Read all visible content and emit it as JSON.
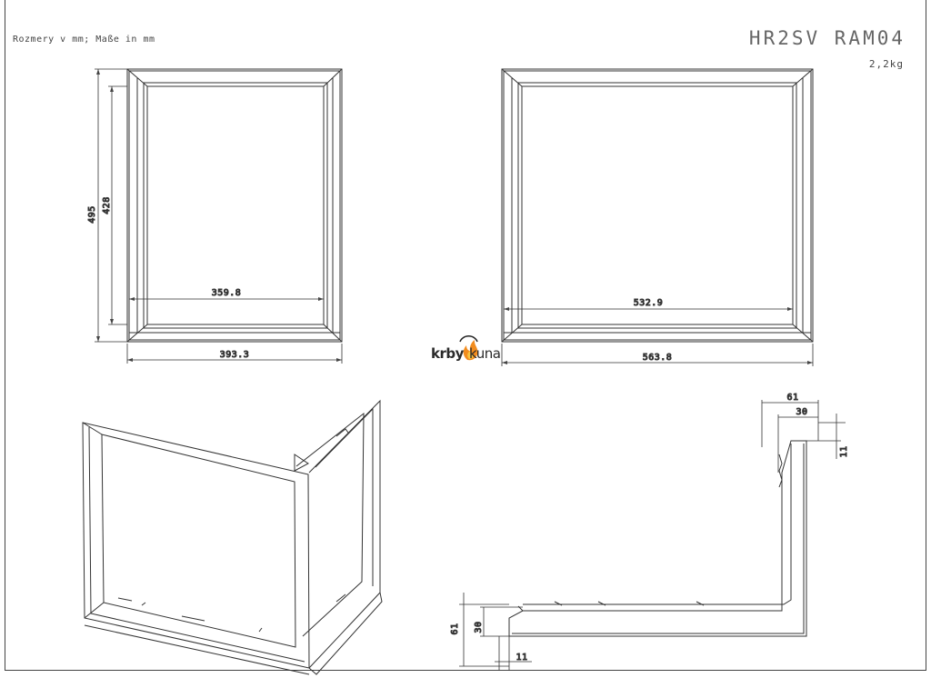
{
  "header": {
    "note": "Rozmery v mm; Maße in mm",
    "title": "HR2SV RAM04",
    "weight": "2,2kg"
  },
  "front_view": {
    "height_outer": "495",
    "height_inner": "428",
    "width_inner": "359.8",
    "width_outer": "393.3"
  },
  "side_view": {
    "width_inner": "532.9",
    "width_outer": "563.8"
  },
  "logo": {
    "part1": "krby",
    "part2": "kuna"
  },
  "profile": {
    "dim_top_61": "61",
    "dim_top_30": "30",
    "dim_top_11": "11",
    "dim_left_61": "61",
    "dim_left_30": "30",
    "dim_bottom_11": "11"
  },
  "colors": {
    "line": "#333333",
    "flame_orange": "#f28c1e",
    "flame_yellow": "#f6c342"
  }
}
